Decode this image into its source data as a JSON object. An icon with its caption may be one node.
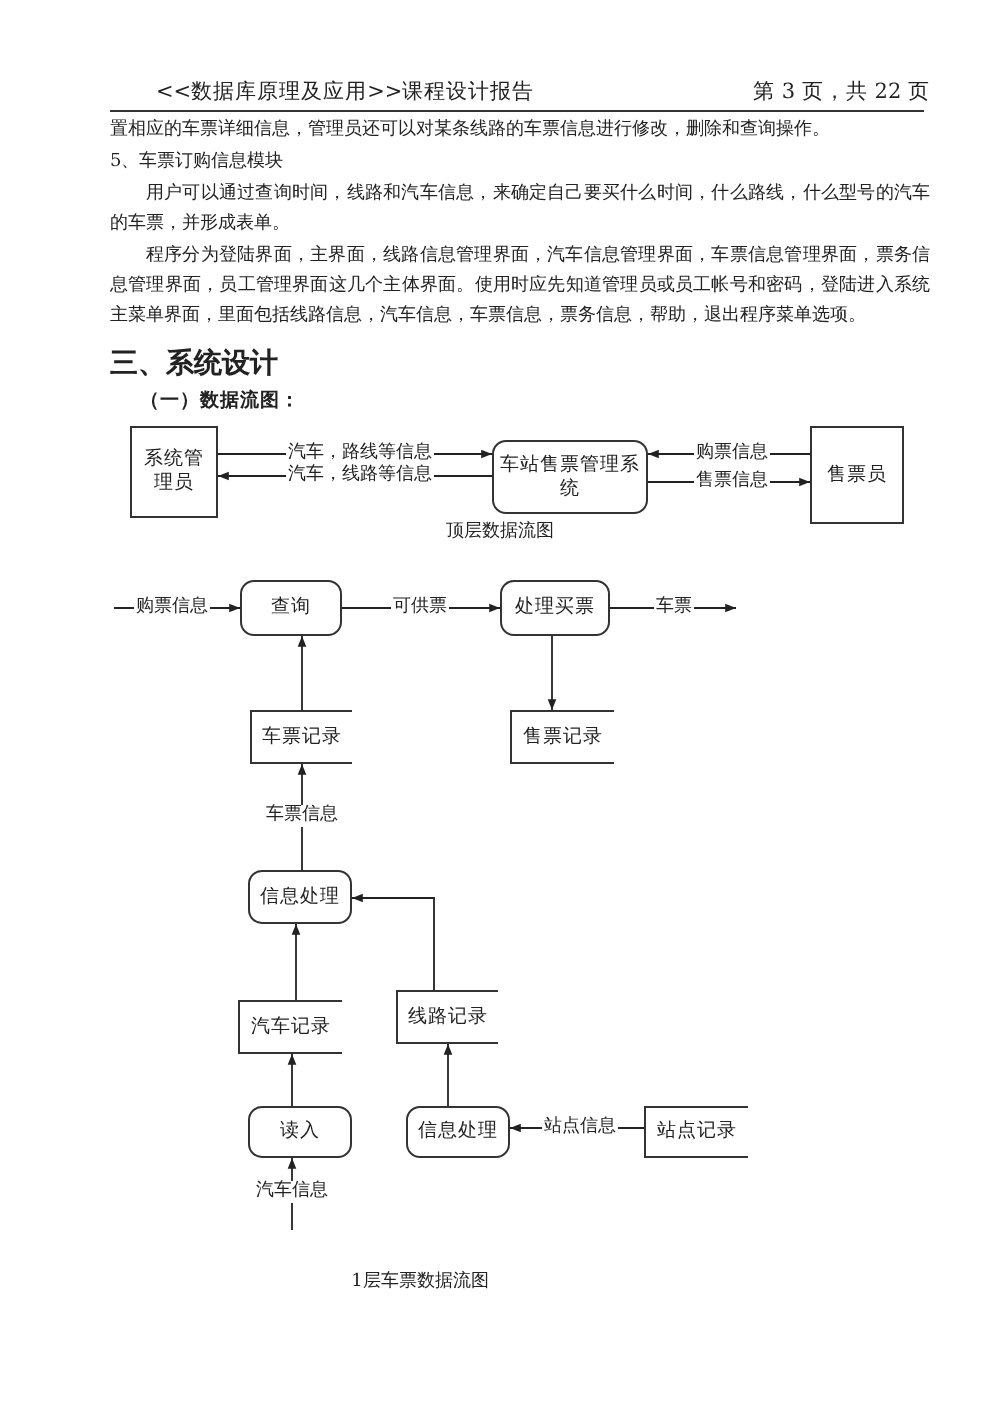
{
  "diagram": {
    "nodes": [
      {
        "text": [
          "系统管理员"
        ]
      },
      {
        "text": [
          "车站售票管理系统"
        ]
      },
      {
        "text": [
          "售票员"
        ]
      },
      {
        "text": [
          "查询"
        ]
      },
      {
        "text": [
          "处理买票"
        ]
      },
      {
        "text": [
          "车票记录"
        ]
      },
      {
        "text": [
          "售票记录"
        ]
      },
      {
        "text": [
          "信息处理"
        ]
      },
      {
        "text": [
          "汽车记录"
        ]
      },
      {
        "text": [
          "线路记录"
        ]
      },
      {
        "text": [
          "读入"
        ]
      },
      {
        "text": [
          "信息处理"
        ]
      },
      {
        "text": [
          "站点记录"
        ]
      }
    ],
    "edges": [
      {
        "from": 0,
        "to": 1,
        "arrow": "to",
        "label": "汽车，路线等信息"
      },
      {
        "from": 1,
        "to": 0,
        "arrow": "to",
        "label": "汽车，线路等信息"
      },
      {
        "from": 2,
        "to": 1,
        "arrow": "to",
        "label": "购票信息"
      },
      {
        "from": 1,
        "to": 2,
        "arrow": "to",
        "label": "售票信息"
      },
      {
        "from": null,
        "to": 3,
        "arrow": "to",
        "label": "购票信息"
      },
      {
        "from": 3,
        "to": 4,
        "arrow": "to",
        "label": "可供票"
      },
      {
        "from": 4,
        "to": null,
        "arrow": "to",
        "label": "车票"
      },
      {
        "from": 4,
        "to": 6,
        "arrow": "to"
      },
      {
        "from": 5,
        "to": 3,
        "arrow": "to"
      },
      {
        "from": 7,
        "to": 5,
        "arrow": "to",
        "label": "车票信息"
      },
      {
        "from": 8,
        "to": 7,
        "arrow": "to"
      },
      {
        "from": 9,
        "to": 7,
        "arrow": "to"
      },
      {
        "from": 10,
        "to": 8,
        "arrow": "to"
      },
      {
        "from": 11,
        "to": 9,
        "arrow": "to"
      },
      {
        "from": 12,
        "to": 11,
        "arrow": "to",
        "label": "站点信息"
      },
      {
        "from": null,
        "to": 10,
        "arrow": "to",
        "label": "汽车信息"
      }
    ],
    "labels": [
      "<<数据库原理及应用>>课程设计报告",
      "第 3 页，共 22 页",
      "置相应的车票详细信息，管理员还可以对某条线路的车票信息进行修改，删除和查询操作。",
      "5、车票订购信息模块",
      "用户可以通过查询时间，线路和汽车信息，来确定自己要买什么时间，什么路线，什么型号的汽车的车票，并形成表单。",
      "程序分为登陆界面，主界面，线路信息管理界面，汽车信息管理界面，车票信息管理界面，票务信息管理界面，员工管理界面这几个主体界面。使用时应先知道管理员或员工帐号和密码，登陆进入系统主菜单界面，里面包括线路信息，汽车信息，车票信息，票务信息，帮助，退出程序菜单选项。",
      "三、系统设计",
      "（一）数据流图：",
      "顶层数据流图",
      "1层车票数据流图"
    ]
  }
}
